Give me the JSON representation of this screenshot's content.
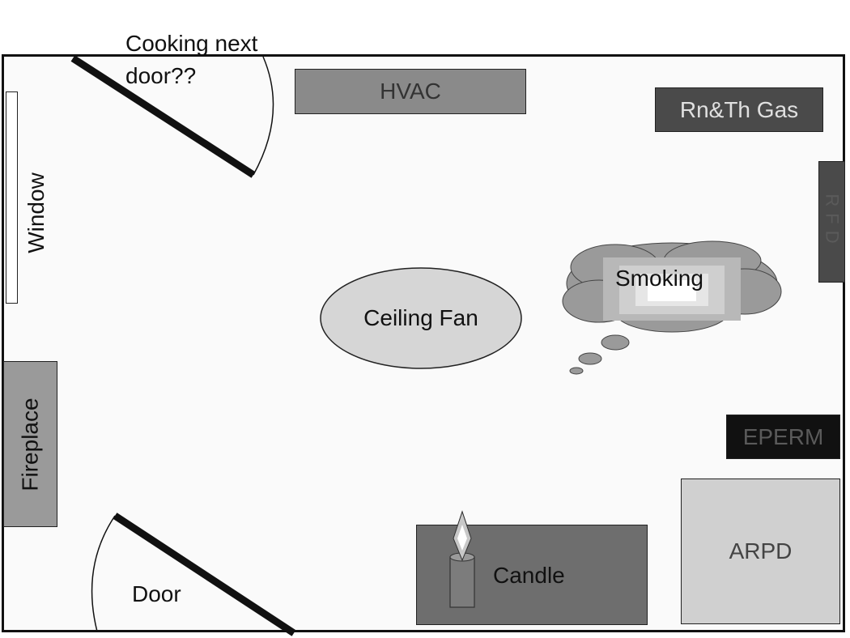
{
  "labels": {
    "cooking": "Cooking next\ndoor??",
    "hvac": "HVAC",
    "rnth_gas": "Rn&Th Gas",
    "rfd": "RFD",
    "window": "Window",
    "smoking": "Smoking",
    "ceiling_fan": "Ceiling Fan",
    "fireplace": "Fireplace",
    "eperm": "EPERM",
    "arpd": "ARPD",
    "candle": "Candle",
    "door": "Door"
  },
  "colors": {
    "room_bg": "#fafafa",
    "hvac": "#8a8a8a",
    "rnth_gas": "#4a4a4a",
    "rfd": "#4a4a4a",
    "eperm": "#111111",
    "arpd": "#d0d0d0",
    "candle_box": "#6e6e6e",
    "fireplace": "#9a9a9a",
    "ceiling_fan": "#d6d6d6"
  }
}
